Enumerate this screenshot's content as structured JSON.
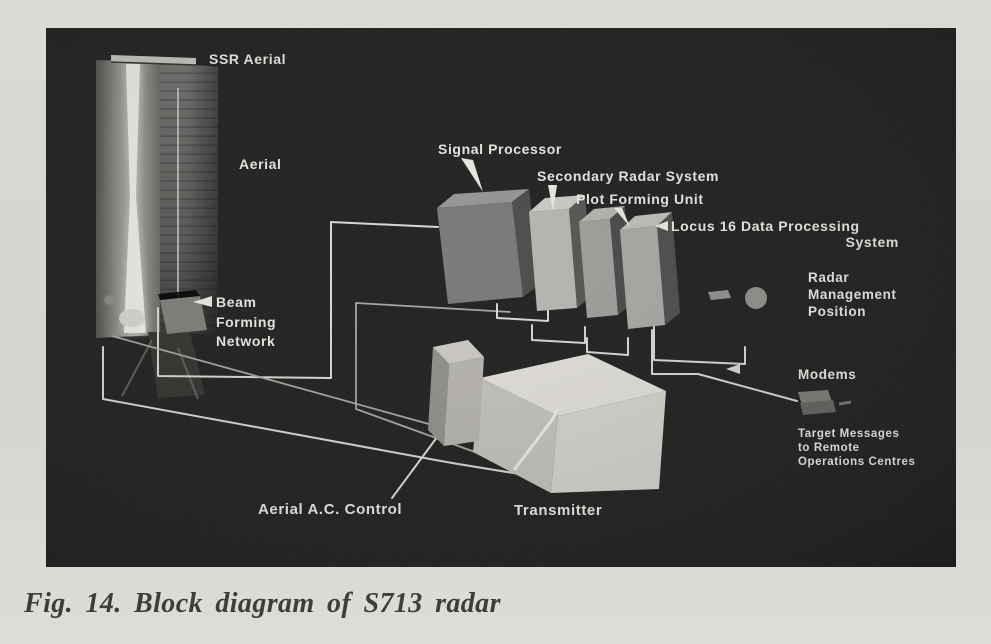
{
  "page": {
    "background_color": "#d8d6d1",
    "caption": "Fig. 14. Block diagram of S713 radar"
  },
  "photo": {
    "background_color": "#1b1b1b",
    "label_color": "#e9e8e2",
    "labels": {
      "ssr_aerial": "SSR Aerial",
      "aerial": "Aerial",
      "beam_forming_network": [
        "Beam",
        "Forming",
        "Network"
      ],
      "signal_processor": "Signal Processor",
      "secondary_radar_system": "Secondary Radar System",
      "plot_forming_unit": "Plot Forming Unit",
      "locus_16": [
        "Locus 16 Data Processing",
        "System"
      ],
      "radar_management_position": [
        "Radar",
        "Management",
        "Position"
      ],
      "modems": "Modems",
      "target_messages": [
        "Target Messages",
        "to Remote",
        "Operations Centres"
      ],
      "aerial_ac_control": "Aerial A.C. Control",
      "transmitter": "Transmitter"
    }
  }
}
